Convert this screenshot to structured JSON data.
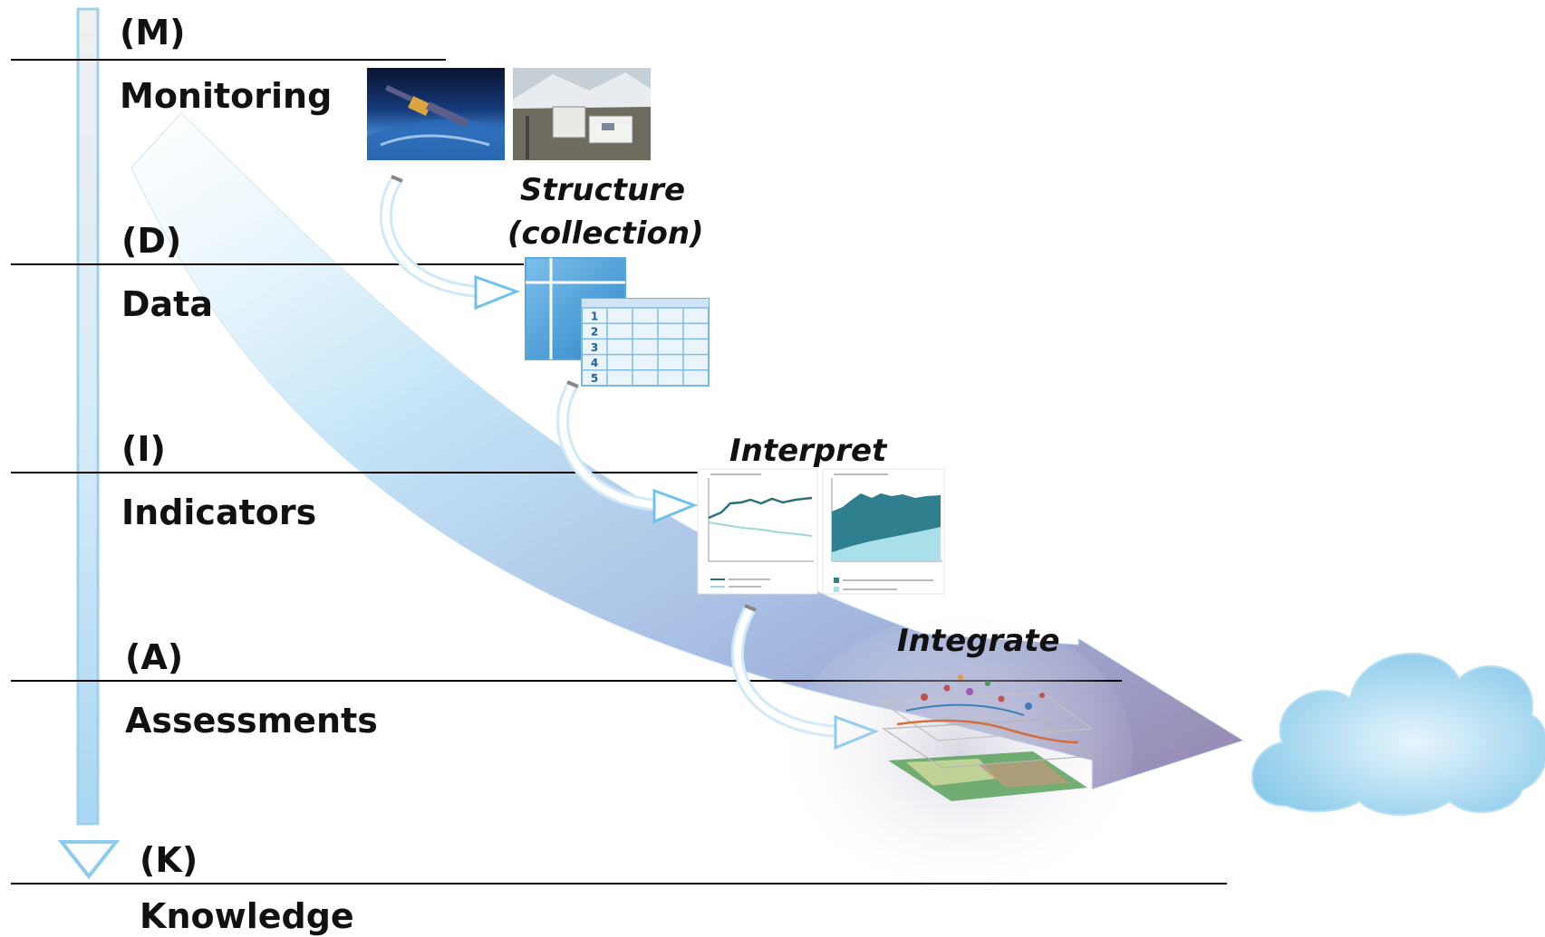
{
  "levels": [
    {
      "code": "(M)",
      "name": "Monitoring"
    },
    {
      "code": "(D)",
      "name": "Data"
    },
    {
      "code": "(I)",
      "name": "Indicators"
    },
    {
      "code": "(A)",
      "name": "Assessments"
    },
    {
      "code": "(K)",
      "name": "Knowledge"
    }
  ],
  "steps": {
    "structure": "Structure",
    "collection": "(collection)",
    "interpret": "Interpret",
    "integrate": "Integrate"
  },
  "table_rows": [
    "1",
    "2",
    "3",
    "4",
    "5"
  ],
  "colors": {
    "arrow_light": "#bfe3f7",
    "arrow_dark": "#8a86b8",
    "cloud": "#a8d8f0",
    "table_blue": "#3a8fcf",
    "chart_teal": "#2f7f8f"
  }
}
